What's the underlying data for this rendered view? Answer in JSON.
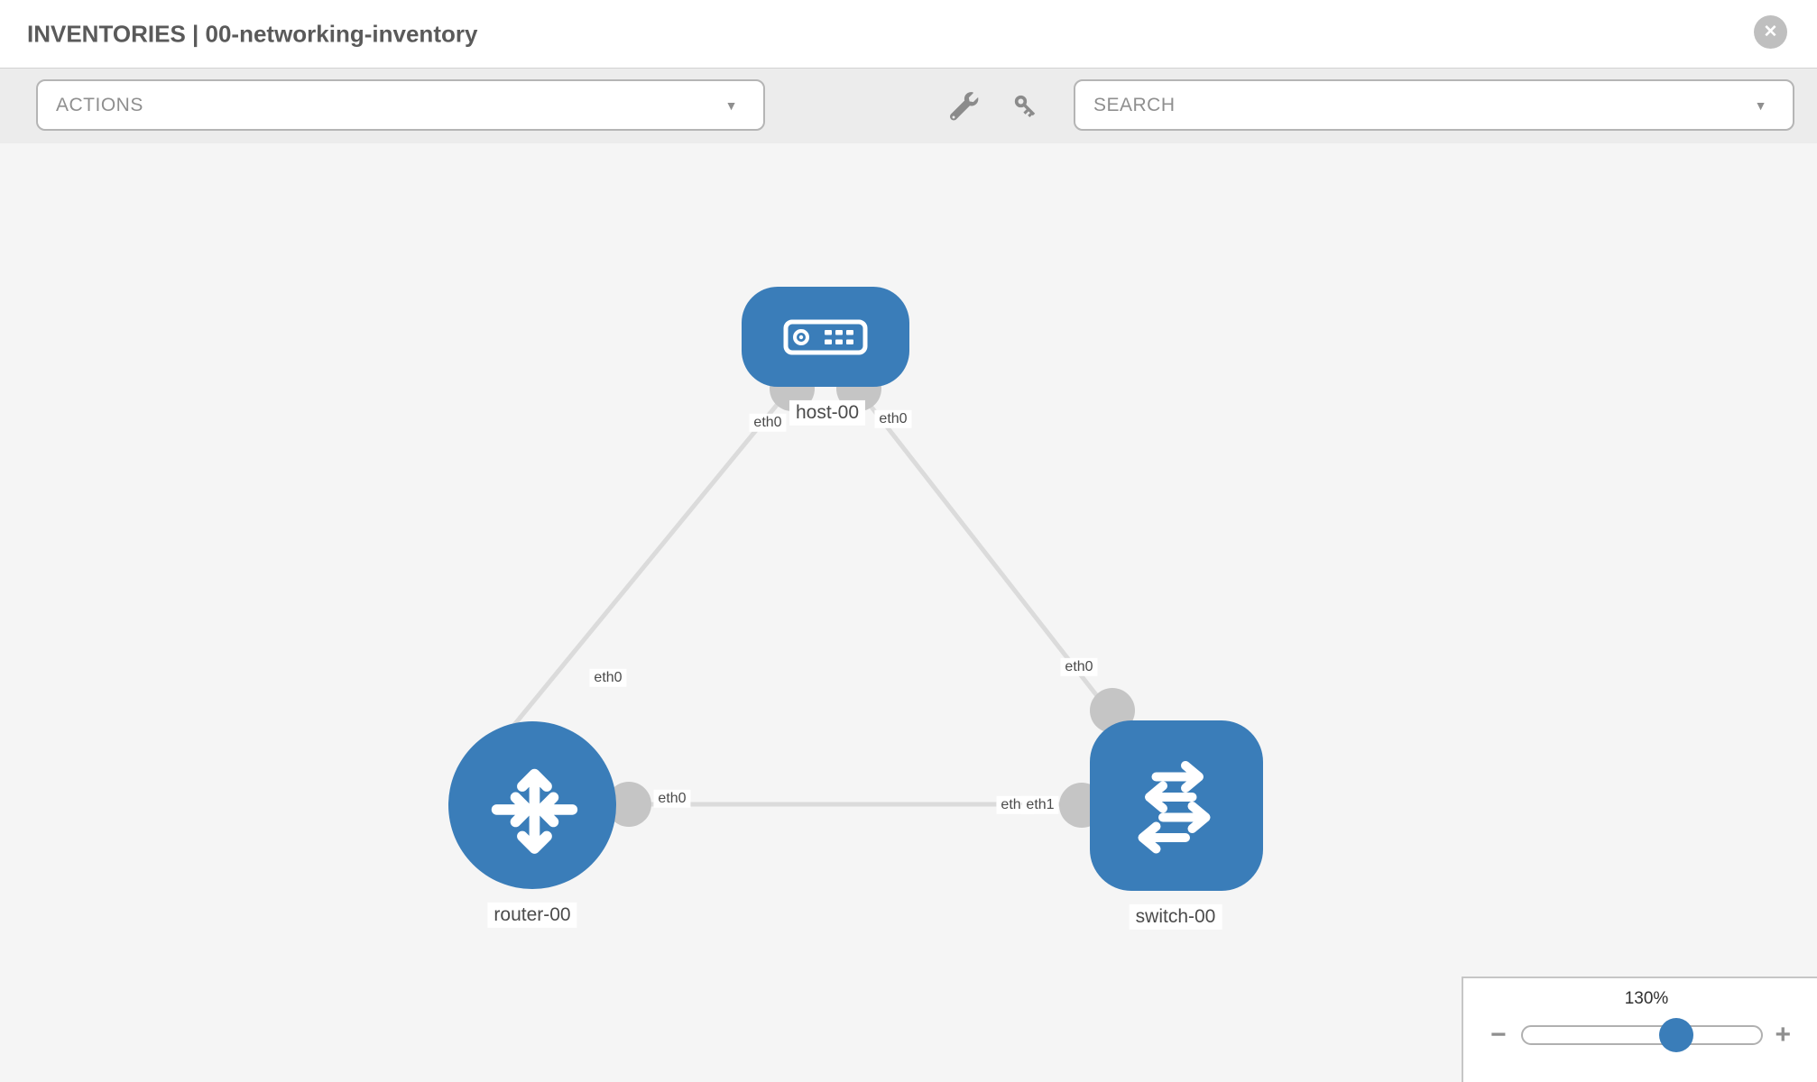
{
  "header": {
    "title": "INVENTORIES | 00-networking-inventory",
    "close_glyph": "✕"
  },
  "toolbar": {
    "actions_label": "ACTIONS",
    "search_label": "SEARCH",
    "caret_glyph": "▼",
    "icons": [
      "wrench-icon",
      "key-icon"
    ]
  },
  "diagram": {
    "nodes": [
      {
        "id": "host-00",
        "type": "host",
        "label": "host-00"
      },
      {
        "id": "router-00",
        "type": "router",
        "label": "router-00"
      },
      {
        "id": "switch-00",
        "type": "switch",
        "label": "switch-00"
      }
    ],
    "links": [
      {
        "source": "host-00",
        "target": "router-00",
        "source_interface": "eth0",
        "target_interface": "eth0"
      },
      {
        "source": "host-00",
        "target": "switch-00",
        "source_interface": "eth0",
        "target_interface": "eth0"
      },
      {
        "source": "router-00",
        "target": "switch-00",
        "source_interface": "eth0",
        "target_interface_labels": [
          "eth0",
          "eth1"
        ]
      }
    ],
    "colors": {
      "node_blue": "#3a7db9",
      "link_gray": "#dbdbdb",
      "endpoint_gray": "#c5c5c5"
    }
  },
  "zoom_control": {
    "level": "130%",
    "minus_glyph": "−",
    "plus_glyph": "+"
  }
}
